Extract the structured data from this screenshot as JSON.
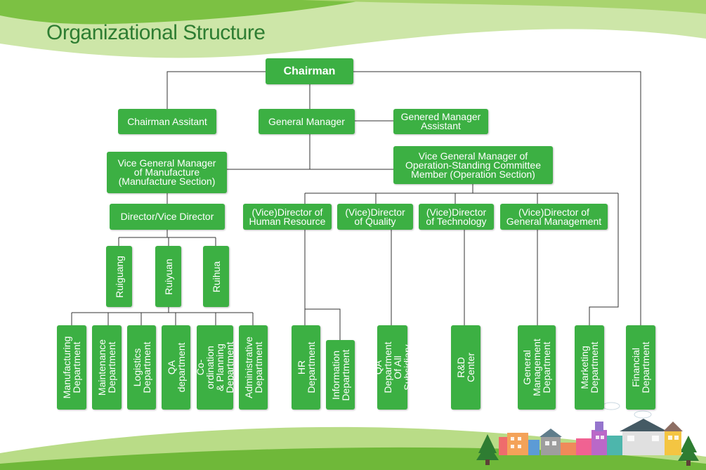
{
  "title": "Organizational Structure",
  "colors": {
    "box": "#3cb043",
    "title": "#2e7d32",
    "line": "#333333"
  },
  "top": {
    "chairman": "Chairman",
    "chairman_assistant": "Chairman Assitant",
    "general_manager": "General Manager",
    "gm_assistant": "Genered Manager\nAssistant",
    "vgm_manufacture": "Vice General Manager\nof Manufacture\n(Manufacture Section)",
    "vgm_operation": "Vice General Manager of\nOperation-Standing Committee\nMember (Operation Section)",
    "director_vice": "Director/Vice Director"
  },
  "directors": [
    "(Vice)Director of\nHuman Resource",
    "(Vice)Director\nof Quality",
    "(Vice)Director\nof Technology",
    "(Vice)Director of\nGeneral Management"
  ],
  "plants": [
    "Ruiguang",
    "Ruiyuan",
    "Ruihua"
  ],
  "departments": [
    "Manufacturing\nDepartment",
    "Maintenance\nDepartment",
    "Logistics\nDepartment",
    "QA department",
    "Co-ordination\n& Planning\nDepartment",
    "Administrative\nDepartment",
    "HR Department",
    "Information\nDepartment",
    "QA Department\nOf All Subsidiary",
    "R&D  Center",
    "General\nManagement\nDepartment",
    "Marketing\nDepartment",
    "Financial\nDepartment"
  ]
}
